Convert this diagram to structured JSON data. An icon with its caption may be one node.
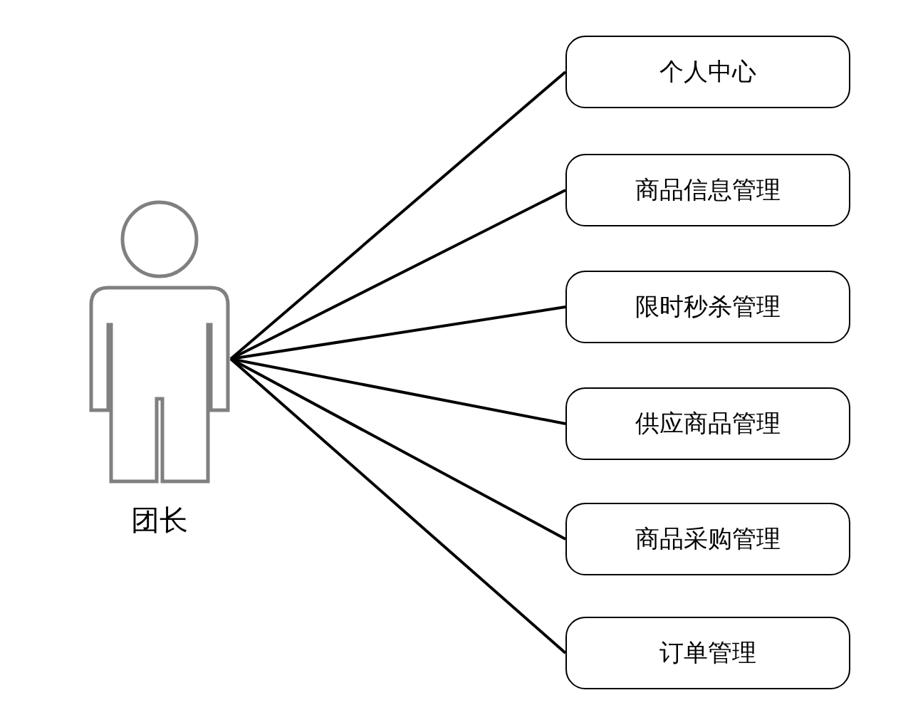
{
  "diagram": {
    "nodes": [
      {
        "text": [
          "团长"
        ]
      },
      {
        "text": [
          "个人中心"
        ]
      },
      {
        "text": [
          "商品信息管理"
        ]
      },
      {
        "text": [
          "限时秒杀管理"
        ]
      },
      {
        "text": [
          "供应商品管理"
        ]
      },
      {
        "text": [
          "商品采购管理"
        ]
      },
      {
        "text": [
          "订单管理"
        ]
      }
    ],
    "edges": [
      {
        "from": 0,
        "to": 1,
        "arrow": "none"
      },
      {
        "from": 0,
        "to": 2,
        "arrow": "none"
      },
      {
        "from": 0,
        "to": 3,
        "arrow": "none"
      },
      {
        "from": 0,
        "to": 4,
        "arrow": "none"
      },
      {
        "from": 0,
        "to": 5,
        "arrow": "none"
      },
      {
        "from": 0,
        "to": 6,
        "arrow": "none"
      }
    ]
  }
}
